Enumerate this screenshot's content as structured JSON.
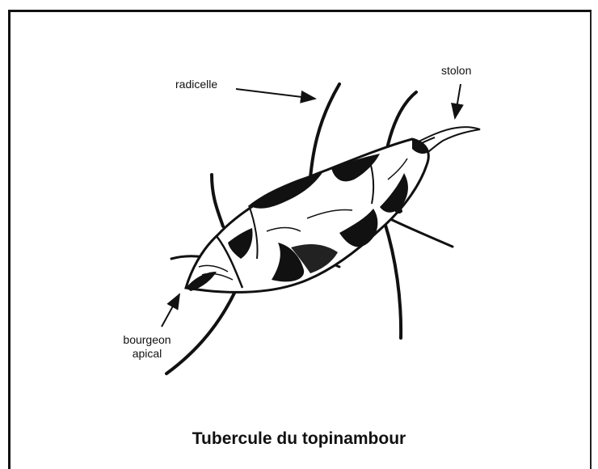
{
  "diagram": {
    "title": "Tubercule du topinambour",
    "labels": {
      "radicelle": "radicelle",
      "stolon": "stolon",
      "bourgeon_line1": "bourgeon",
      "bourgeon_line2": "apical"
    }
  }
}
